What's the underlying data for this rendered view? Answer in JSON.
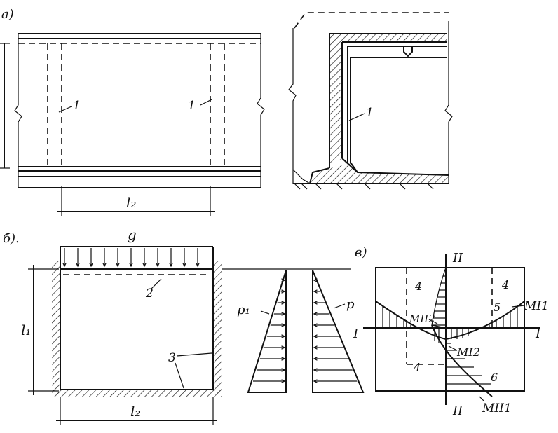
{
  "panels": {
    "a": {
      "label": "а)",
      "callouts": [
        "1",
        "1",
        "1"
      ],
      "dimension": "l₂"
    },
    "b": {
      "label": "б).",
      "load_label": "g",
      "callouts": [
        "2",
        "3"
      ],
      "height_label": "l₁",
      "width_label": "l₂",
      "pressure_left_label": "p₁",
      "pressure_right_label": "p"
    },
    "v": {
      "label": "в)",
      "axis_II_top": "II",
      "axis_II_bottom": "II",
      "axis_I_left": "I",
      "axis_I_right": "I",
      "callouts": [
        "4",
        "4",
        "4",
        "5",
        "6"
      ],
      "moment_labels": [
        "MI1",
        "MII2",
        "MI2",
        "MII1"
      ]
    }
  },
  "colors": {
    "ink": "#111111",
    "paper": "#ffffff"
  }
}
